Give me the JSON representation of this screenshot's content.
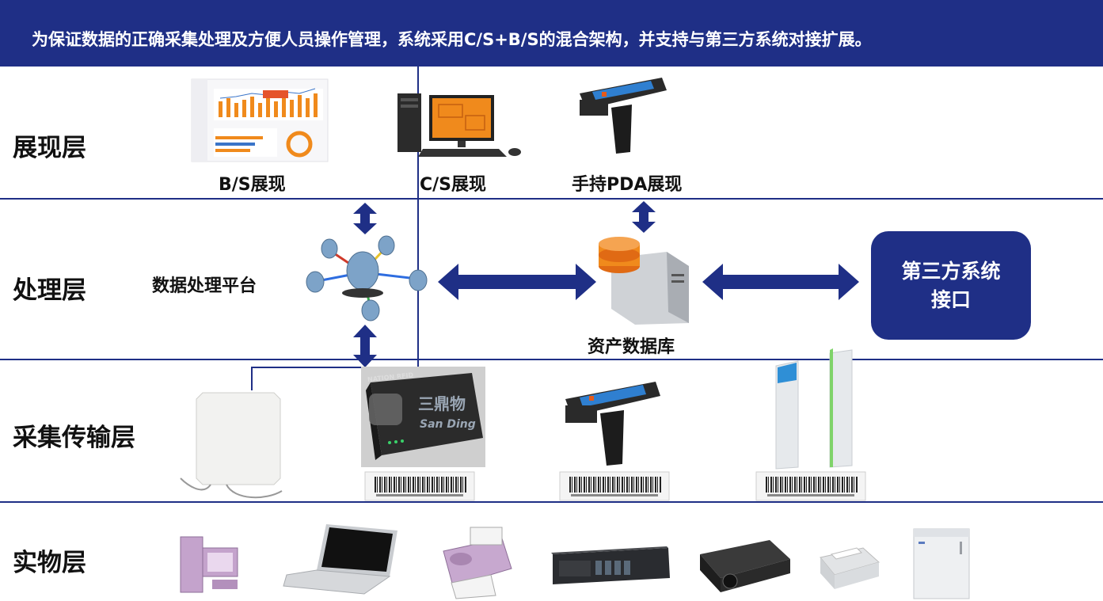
{
  "header": {
    "text": "为保证数据的正确采集处理及方便人员操作管理，系统采用C/S+B/S的混合架构，并支持与第三方系统对接扩展。"
  },
  "layers": {
    "presentation": "展现层",
    "processing": "处理层",
    "collection": "采集传输层",
    "physical": "实物层"
  },
  "presentation": {
    "bs": "B/S展现",
    "cs": "C/S展现",
    "pda": "手持PDA展现"
  },
  "processing": {
    "platform": "数据处理平台",
    "database": "资产数据库",
    "third_party_line1": "第三方系统",
    "third_party_line2": "接口"
  },
  "collection": {
    "reader_brand": "NATION RFID",
    "watermark_cn": "三鼎物",
    "watermark_en": "San Ding"
  },
  "colors": {
    "primary": "#1f2f86",
    "background": "#ffffff",
    "accent_orange": "#f08a1c"
  },
  "icons": [
    "bs-dashboard-icon",
    "desktop-computer-icon",
    "handheld-pda-icon",
    "data-platform-icon",
    "database-server-icon",
    "rfid-antenna-icon",
    "rfid-reader-icon",
    "barcode-label-icon",
    "rfid-gate-icon",
    "pc-tower-icon",
    "laptop-icon",
    "fax-machine-icon",
    "network-server-icon",
    "projector-icon",
    "printer-icon",
    "refrigerator-icon"
  ]
}
